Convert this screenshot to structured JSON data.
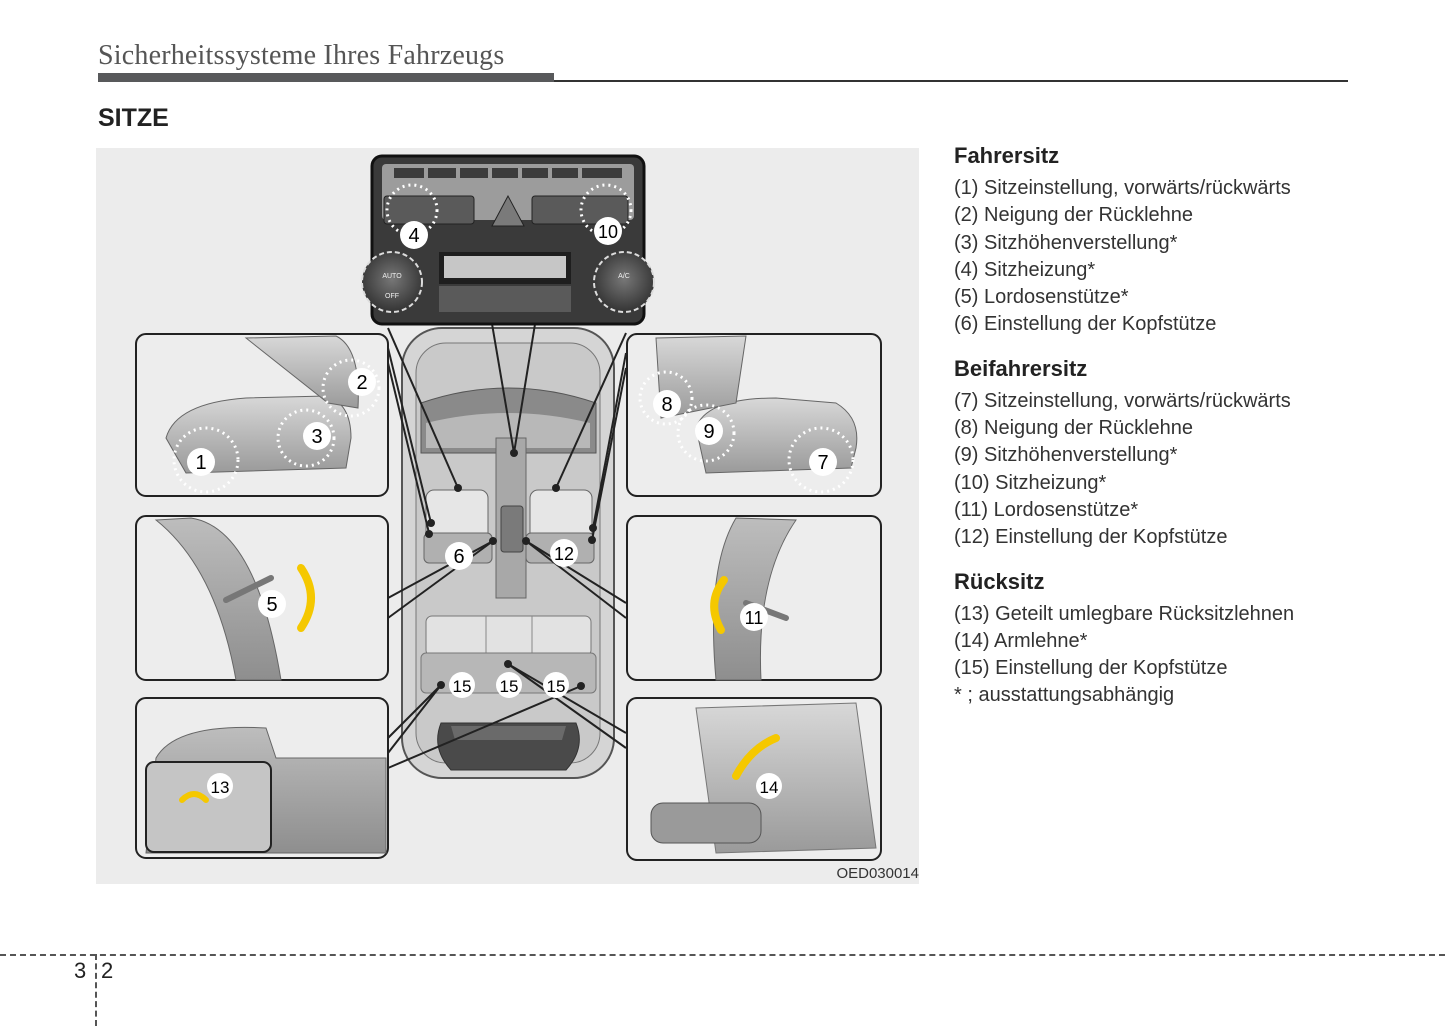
{
  "header": {
    "title": "Sicherheitssysteme Ihres Fahrzeugs"
  },
  "section": {
    "title": "SITZE"
  },
  "figure": {
    "code": "OED030014",
    "callouts": {
      "c1": "1",
      "c2": "2",
      "c3": "3",
      "c4": "4",
      "c5": "5",
      "c6": "6",
      "c7": "7",
      "c8": "8",
      "c9": "9",
      "c10": "10",
      "c11": "11",
      "c12": "12",
      "c13": "13",
      "c14": "14",
      "c15a": "15",
      "c15b": "15",
      "c15c": "15"
    },
    "panel_labels": {
      "auto": "AUTO",
      "off": "OFF",
      "ac": "A/C"
    },
    "arrow_color": "#f5c800"
  },
  "legend": {
    "groups": [
      {
        "heading": "Fahrersitz",
        "items": [
          "(1) Sitzeinstellung, vorwärts/rückwärts",
          "(2) Neigung der Rücklehne",
          "(3) Sitzhöhenverstellung*",
          "(4) Sitzheizung*",
          "(5) Lordosenstütze*",
          "(6) Einstellung der Kopfstütze"
        ]
      },
      {
        "heading": "Beifahrersitz",
        "items": [
          "(7) Sitzeinstellung, vorwärts/rückwärts",
          "(8) Neigung der Rücklehne",
          "(9) Sitzhöhenverstellung*",
          "(10) Sitzheizung*",
          "(11) Lordosenstütze*",
          "(12) Einstellung der Kopfstütze"
        ]
      },
      {
        "heading": "Rücksitz",
        "items": [
          "(13) Geteilt umlegbare Rücksitzlehnen",
          "(14) Armlehne*",
          "(15) Einstellung der Kopfstütze",
          "* ; ausstattungsabhängig"
        ]
      }
    ]
  },
  "footer": {
    "chapter": "3",
    "page": "2"
  }
}
